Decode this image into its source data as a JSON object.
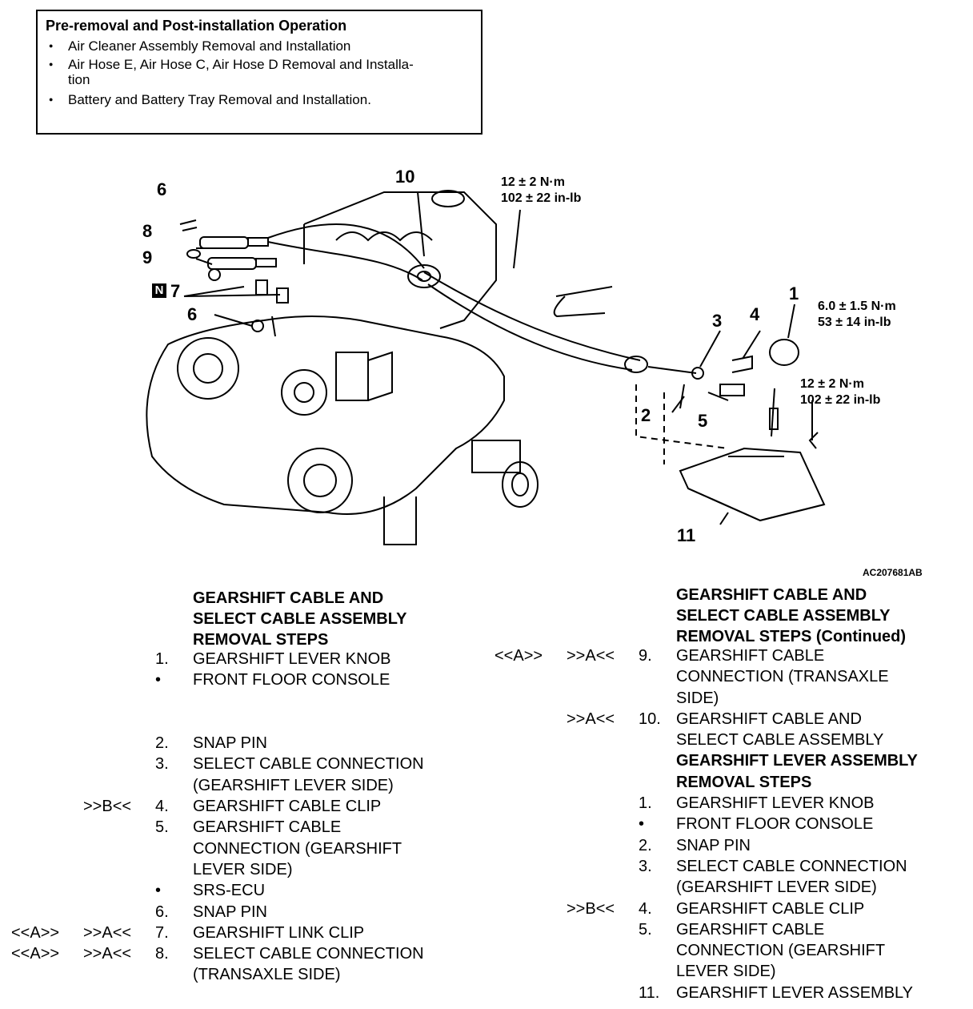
{
  "prebox": {
    "title": "Pre-removal and Post-installation Operation",
    "items": [
      "Air Cleaner Assembly Removal and Installation",
      "Air Hose E, Air Hose C, Air Hose D Removal and Installa-",
      "tion",
      "Battery and Battery Tray Removal and Installation."
    ]
  },
  "diagram": {
    "figure_code": "AC207681AB",
    "callouts": [
      "6",
      "8",
      "9",
      "7",
      "6",
      "10",
      "1",
      "3",
      "4",
      "2",
      "5",
      "11"
    ],
    "badge": "N",
    "torque_top": [
      "12 ± 2 N·m",
      "102 ± 22 in-lb"
    ],
    "torque_knob": [
      "6.0 ± 1.5 N·m",
      "53 ± 14 in-lb"
    ],
    "torque_bolt": [
      "12 ± 2 N·m",
      "102 ± 22 in-lb"
    ]
  },
  "left_list": {
    "heading": [
      "GEARSHIFT CABLE AND",
      "SELECT CABLE ASSEMBLY",
      "REMOVAL STEPS"
    ],
    "rows": [
      {
        "a": "",
        "b": "",
        "num": "1.",
        "text": "GEARSHIFT LEVER KNOB"
      },
      {
        "a": "",
        "b": "",
        "num": "•",
        "text": "FRONT FLOOR CONSOLE"
      },
      {
        "a": "",
        "b": "",
        "num": "",
        "text": ""
      },
      {
        "a": "",
        "b": "",
        "num": "",
        "text": ""
      },
      {
        "a": "",
        "b": "",
        "num": "2.",
        "text": "SNAP PIN"
      },
      {
        "a": "",
        "b": "",
        "num": "3.",
        "text": "SELECT CABLE CONNECTION"
      },
      {
        "a": "",
        "b": "",
        "num": "",
        "text": "(GEARSHIFT LEVER SIDE)"
      },
      {
        "a": "",
        "b": ">>B<<",
        "num": "4.",
        "text": "GEARSHIFT CABLE CLIP"
      },
      {
        "a": "",
        "b": "",
        "num": "5.",
        "text": "GEARSHIFT CABLE"
      },
      {
        "a": "",
        "b": "",
        "num": "",
        "text": "CONNECTION (GEARSHIFT"
      },
      {
        "a": "",
        "b": "",
        "num": "",
        "text": "LEVER SIDE)"
      },
      {
        "a": "",
        "b": "",
        "num": "•",
        "text": "SRS-ECU"
      },
      {
        "a": "",
        "b": "",
        "num": "6.",
        "text": "SNAP PIN"
      },
      {
        "a": "<<A>>",
        "b": ">>A<<",
        "num": "7.",
        "text": "GEARSHIFT LINK CLIP"
      },
      {
        "a": "<<A>>",
        "b": ">>A<<",
        "num": "8.",
        "text": "SELECT CABLE CONNECTION"
      },
      {
        "a": "",
        "b": "",
        "num": "",
        "text": "(TRANSAXLE SIDE)"
      }
    ]
  },
  "right_list": {
    "heading": [
      "GEARSHIFT CABLE AND",
      "SELECT CABLE ASSEMBLY",
      "REMOVAL STEPS (Continued)"
    ],
    "rows": [
      {
        "a": "<<A>>",
        "b": ">>A<<",
        "num": "9.",
        "text": "GEARSHIFT CABLE",
        "bold": false
      },
      {
        "a": "",
        "b": "",
        "num": "",
        "text": "CONNECTION (TRANSAXLE",
        "bold": false
      },
      {
        "a": "",
        "b": "",
        "num": "",
        "text": "SIDE)",
        "bold": false
      },
      {
        "a": "",
        "b": ">>A<<",
        "num": "10.",
        "text": "GEARSHIFT CABLE AND",
        "bold": false
      },
      {
        "a": "",
        "b": "",
        "num": "",
        "text": "SELECT CABLE ASSEMBLY",
        "bold": false
      },
      {
        "a": "",
        "b": "",
        "num": "",
        "text": "GEARSHIFT LEVER ASSEMBLY",
        "bold": true
      },
      {
        "a": "",
        "b": "",
        "num": "",
        "text": "REMOVAL STEPS",
        "bold": true
      },
      {
        "a": "",
        "b": "",
        "num": "1.",
        "text": "GEARSHIFT LEVER KNOB",
        "bold": false
      },
      {
        "a": "",
        "b": "",
        "num": "•",
        "text": "FRONT FLOOR CONSOLE",
        "bold": false
      },
      {
        "a": "",
        "b": "",
        "num": "2.",
        "text": "SNAP PIN",
        "bold": false
      },
      {
        "a": "",
        "b": "",
        "num": "3.",
        "text": "SELECT CABLE CONNECTION",
        "bold": false
      },
      {
        "a": "",
        "b": "",
        "num": "",
        "text": "(GEARSHIFT LEVER SIDE)",
        "bold": false
      },
      {
        "a": "",
        "b": ">>B<<",
        "num": "4.",
        "text": "GEARSHIFT CABLE CLIP",
        "bold": false
      },
      {
        "a": "",
        "b": "",
        "num": "5.",
        "text": "GEARSHIFT CABLE",
        "bold": false
      },
      {
        "a": "",
        "b": "",
        "num": "",
        "text": "CONNECTION (GEARSHIFT",
        "bold": false
      },
      {
        "a": "",
        "b": "",
        "num": "",
        "text": "LEVER SIDE)",
        "bold": false
      },
      {
        "a": "",
        "b": "",
        "num": "11.",
        "text": "GEARSHIFT LEVER ASSEMBLY",
        "bold": false
      }
    ]
  }
}
